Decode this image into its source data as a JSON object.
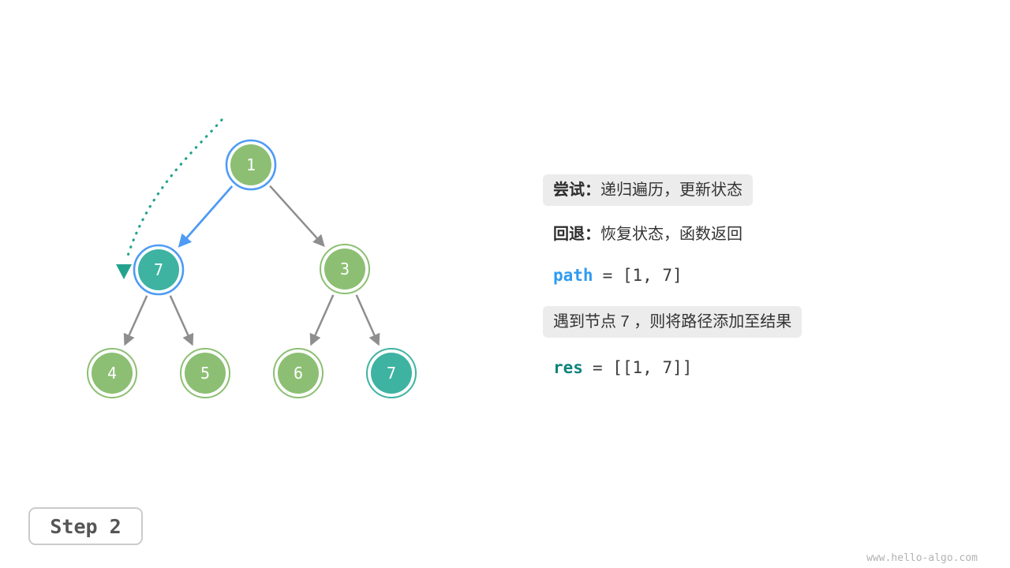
{
  "figure": {
    "step_label": "Step 2",
    "watermark": "www.hello-algo.com"
  },
  "panel": {
    "try": {
      "bold": "尝试：",
      "text": "递归遍历，更新状态"
    },
    "backtrack": {
      "bold": "回退：",
      "text": "恢复状态，函数返回"
    },
    "path": {
      "var": "path",
      "rest": "= [1, 7]"
    },
    "note": {
      "text": "遇到节点 7 ，则将路径添加至结果"
    },
    "res": {
      "var": "res",
      "rest": "= [[1, 7]]"
    }
  },
  "tree": {
    "nodes": [
      {
        "label": "1",
        "state": "on-path-highlighted"
      },
      {
        "label": "7",
        "state": "current-highlighted"
      },
      {
        "label": "3",
        "state": "default"
      },
      {
        "label": "4",
        "state": "default"
      },
      {
        "label": "5",
        "state": "default"
      },
      {
        "label": "6",
        "state": "default"
      },
      {
        "label": "7",
        "state": "result-teal"
      }
    ],
    "edges": [
      {
        "from": "1",
        "to": "7",
        "highlighted": true
      },
      {
        "from": "1",
        "to": "3",
        "highlighted": false
      },
      {
        "from": "7",
        "to": "4",
        "highlighted": false
      },
      {
        "from": "7",
        "to": "5",
        "highlighted": false
      },
      {
        "from": "3",
        "to": "6",
        "highlighted": false
      },
      {
        "from": "3",
        "to": "7",
        "highlighted": false
      }
    ]
  },
  "colors": {
    "node_green": "#8CBF73",
    "node_teal": "#3EB3A2",
    "highlight_blue": "#4E9BF5",
    "edge_gray": "#8E8E8E",
    "trace_teal": "#23A38E",
    "callout_bg": "#ECECEC",
    "path_var_text": "#2E9BF0",
    "res_var_text": "#0E837D"
  }
}
